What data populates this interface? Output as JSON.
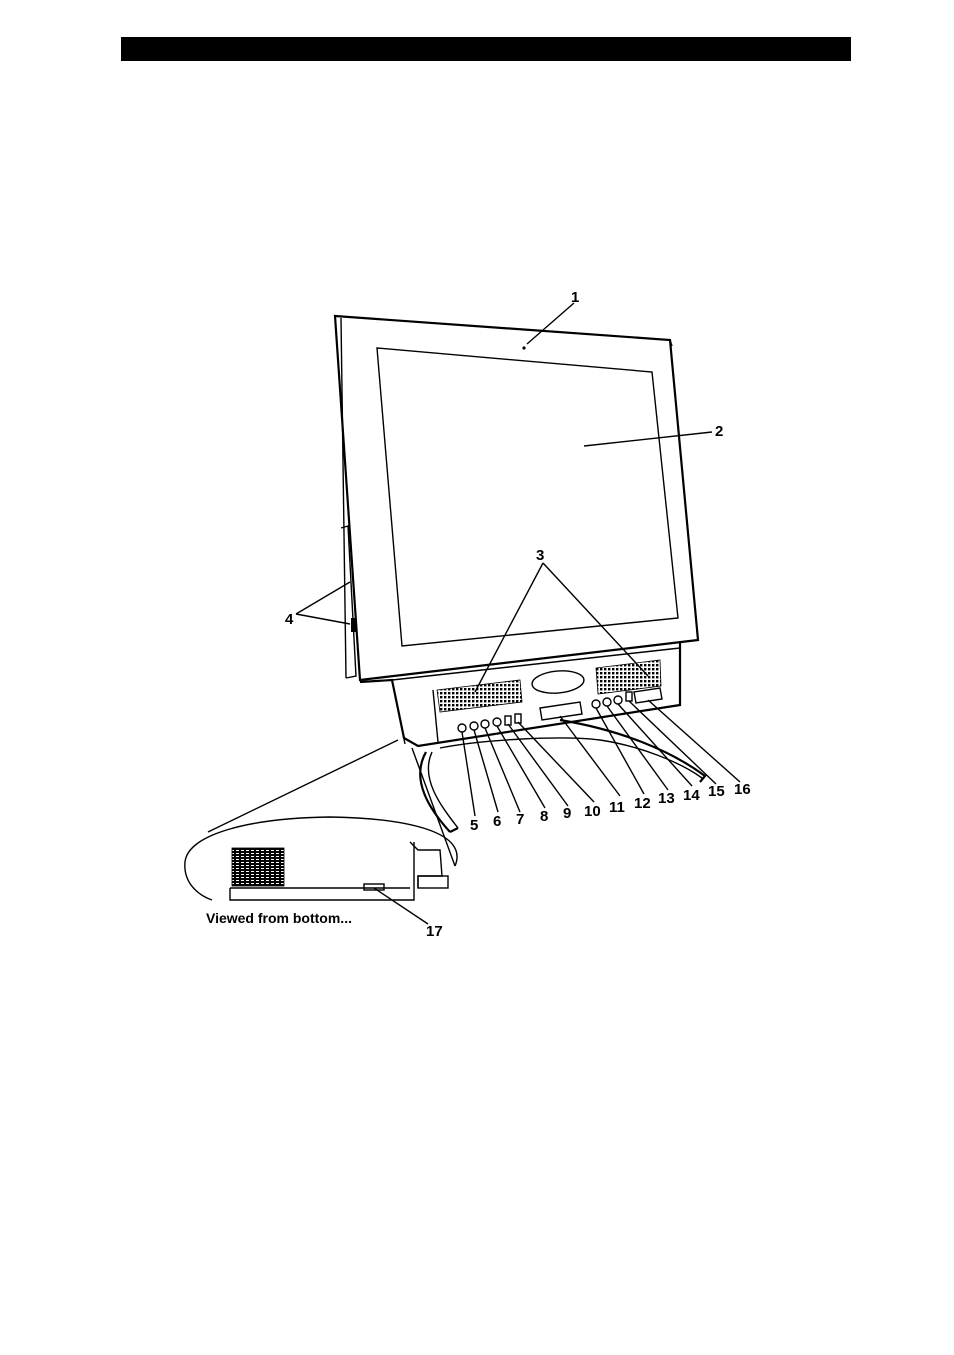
{
  "diagram": {
    "callouts": [
      "1",
      "2",
      "3",
      "4",
      "5",
      "6",
      "7",
      "8",
      "9",
      "10",
      "11",
      "12",
      "13",
      "14",
      "15",
      "16",
      "17"
    ],
    "inset_caption": "Viewed from bottom..."
  }
}
